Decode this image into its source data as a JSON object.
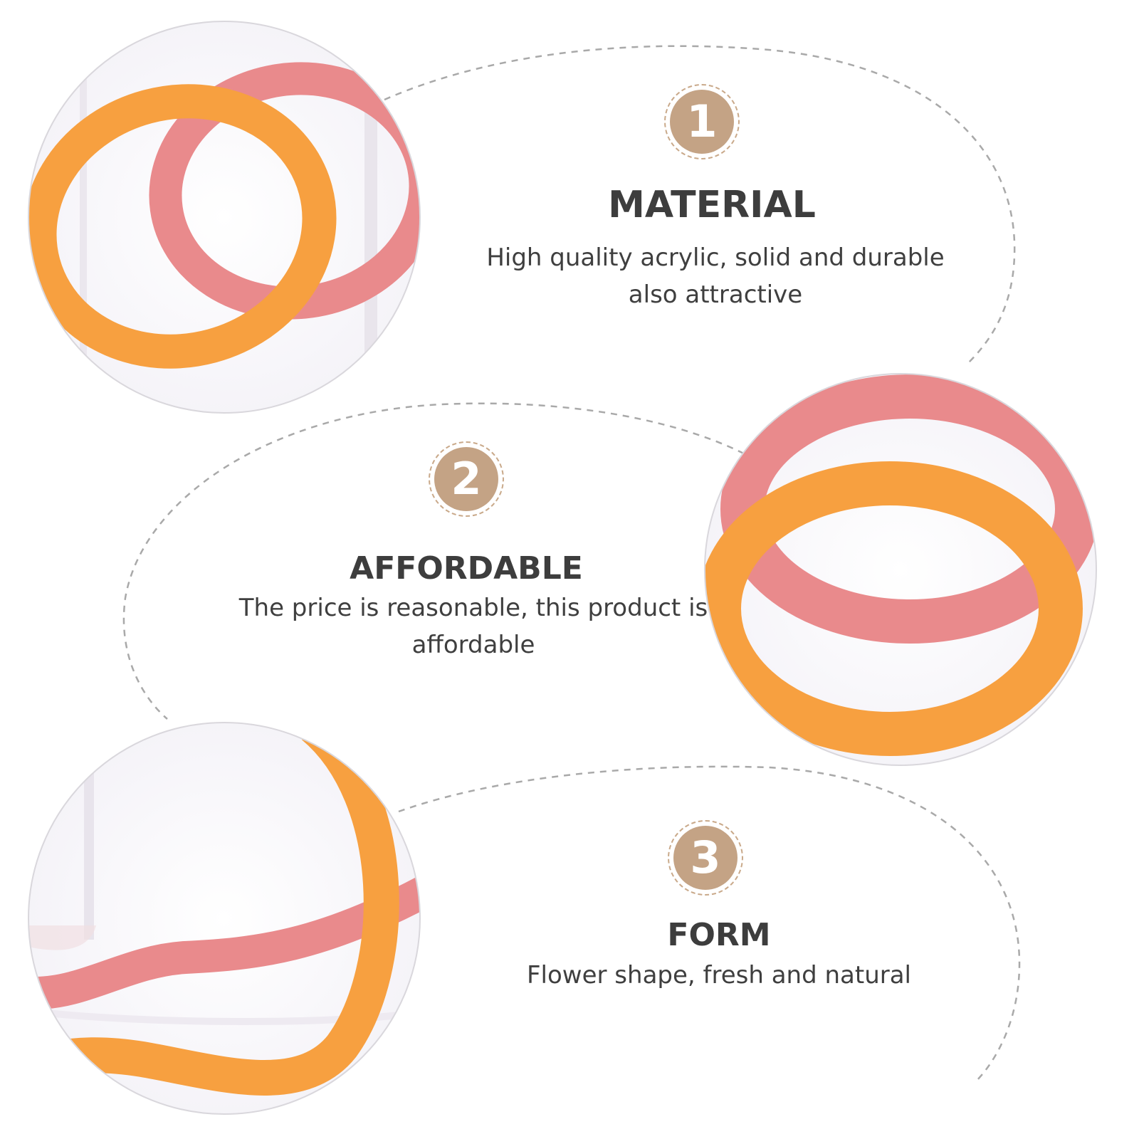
{
  "colors": {
    "badge_fill": "#c4a385",
    "badge_ring": "#c9a98a",
    "title_text": "#3d3d3d",
    "ring_orange": "#f7a040",
    "ring_pink": "#e98a8c",
    "dashed_line": "#a9a9a9"
  },
  "features": [
    {
      "number": "1",
      "title": "MATERIAL",
      "line1": "High quality acrylic, solid and durable",
      "line2": "also attractive"
    },
    {
      "number": "2",
      "title": "AFFORDABLE",
      "line1": "The price is reasonable, this product is",
      "line2": "affordable"
    },
    {
      "number": "3",
      "title": "FORM",
      "line1": "Flower shape, fresh and natural",
      "line2": ""
    }
  ],
  "photos": [
    {
      "subject": "orange and pink acrylic rings close-up"
    },
    {
      "subject": "overlapping orange and pink rings"
    },
    {
      "subject": "curved ring edge on acrylic base"
    }
  ]
}
